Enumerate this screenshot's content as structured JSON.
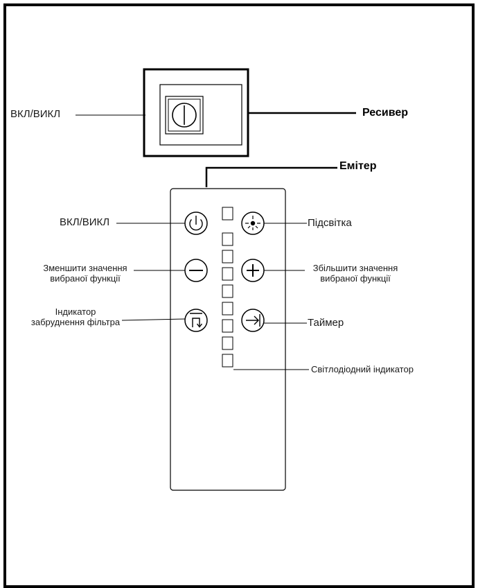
{
  "receiver": {
    "title": "Ресивер",
    "power_label": "ВКЛ/ВИКЛ"
  },
  "emitter": {
    "title": "Емітер",
    "buttons": {
      "power": "ВКЛ/ВИКЛ",
      "light": "Підсвітка",
      "minus_line1": "Зменшити значення",
      "minus_line2": "вибраної  функції",
      "plus_line1": "Збільшити значення",
      "plus_line2": "вибраної  функції",
      "filter_line1": "Індикатор",
      "filter_line2": "забруднення фільтра",
      "timer": "Таймер"
    },
    "led_label": "Світлодіодний індикатор",
    "led_count": 9
  },
  "colors": {
    "line": "#000000",
    "text": "#1a1a1a"
  }
}
